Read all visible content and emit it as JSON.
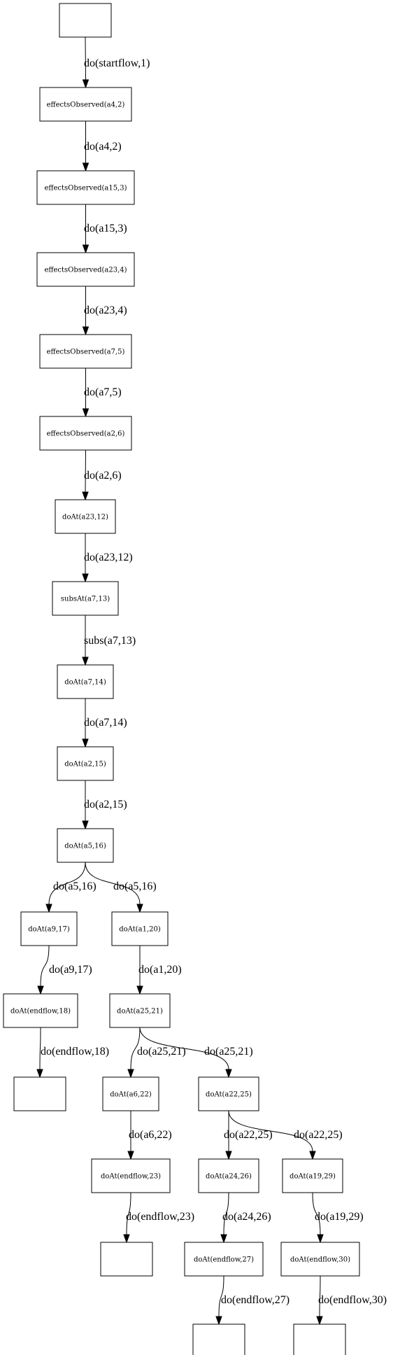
{
  "nodes": [
    {
      "id": "n0",
      "label": ""
    },
    {
      "id": "n1",
      "label": "effectsObserved(a4,2)"
    },
    {
      "id": "n2",
      "label": "effectsObserved(a15,3)"
    },
    {
      "id": "n3",
      "label": "effectsObserved(a23,4)"
    },
    {
      "id": "n4",
      "label": "effectsObserved(a7,5)"
    },
    {
      "id": "n5",
      "label": "effectsObserved(a2,6)"
    },
    {
      "id": "n6",
      "label": "doAt(a23,12)"
    },
    {
      "id": "n7",
      "label": "subsAt(a7,13)"
    },
    {
      "id": "n8",
      "label": "doAt(a7,14)"
    },
    {
      "id": "n9",
      "label": "doAt(a2,15)"
    },
    {
      "id": "n10",
      "label": "doAt(a5,16)"
    },
    {
      "id": "n11",
      "label": "doAt(a9,17)"
    },
    {
      "id": "n12",
      "label": "doAt(a1,20)"
    },
    {
      "id": "n13",
      "label": "doAt(endflow,18)"
    },
    {
      "id": "n14",
      "label": "doAt(a25,21)"
    },
    {
      "id": "n15",
      "label": ""
    },
    {
      "id": "n16",
      "label": "doAt(a6,22)"
    },
    {
      "id": "n17",
      "label": "doAt(a22,25)"
    },
    {
      "id": "n18",
      "label": "doAt(endflow,23)"
    },
    {
      "id": "n19",
      "label": "doAt(a24,26)"
    },
    {
      "id": "n20",
      "label": "doAt(a19,29)"
    },
    {
      "id": "n21",
      "label": ""
    },
    {
      "id": "n22",
      "label": "doAt(endflow,27)"
    },
    {
      "id": "n23",
      "label": "doAt(endflow,30)"
    },
    {
      "id": "n24",
      "label": ""
    },
    {
      "id": "n25",
      "label": ""
    }
  ],
  "edges": [
    {
      "from": "n0",
      "to": "n1",
      "label": "do(startflow,1)"
    },
    {
      "from": "n1",
      "to": "n2",
      "label": "do(a4,2)"
    },
    {
      "from": "n2",
      "to": "n3",
      "label": "do(a15,3)"
    },
    {
      "from": "n3",
      "to": "n4",
      "label": "do(a23,4)"
    },
    {
      "from": "n4",
      "to": "n5",
      "label": "do(a7,5)"
    },
    {
      "from": "n5",
      "to": "n6",
      "label": "do(a2,6)"
    },
    {
      "from": "n6",
      "to": "n7",
      "label": "do(a23,12)"
    },
    {
      "from": "n7",
      "to": "n8",
      "label": "subs(a7,13)"
    },
    {
      "from": "n8",
      "to": "n9",
      "label": "do(a7,14)"
    },
    {
      "from": "n9",
      "to": "n10",
      "label": "do(a2,15)"
    },
    {
      "from": "n10",
      "to": "n11",
      "label": "do(a5,16)"
    },
    {
      "from": "n10",
      "to": "n12",
      "label": "do(a5,16)"
    },
    {
      "from": "n11",
      "to": "n13",
      "label": "do(a9,17)"
    },
    {
      "from": "n12",
      "to": "n14",
      "label": "do(a1,20)"
    },
    {
      "from": "n13",
      "to": "n15",
      "label": "do(endflow,18)"
    },
    {
      "from": "n14",
      "to": "n16",
      "label": "do(a25,21)"
    },
    {
      "from": "n14",
      "to": "n17",
      "label": "do(a25,21)"
    },
    {
      "from": "n16",
      "to": "n18",
      "label": "do(a6,22)"
    },
    {
      "from": "n17",
      "to": "n19",
      "label": "do(a22,25)"
    },
    {
      "from": "n17",
      "to": "n20",
      "label": "do(a22,25)"
    },
    {
      "from": "n18",
      "to": "n21",
      "label": "do(endflow,23)"
    },
    {
      "from": "n19",
      "to": "n22",
      "label": "do(a24,26)"
    },
    {
      "from": "n20",
      "to": "n23",
      "label": "do(a19,29)"
    },
    {
      "from": "n22",
      "to": "n24",
      "label": "do(endflow,27)"
    },
    {
      "from": "n23",
      "to": "n25",
      "label": "do(endflow,30)"
    }
  ]
}
